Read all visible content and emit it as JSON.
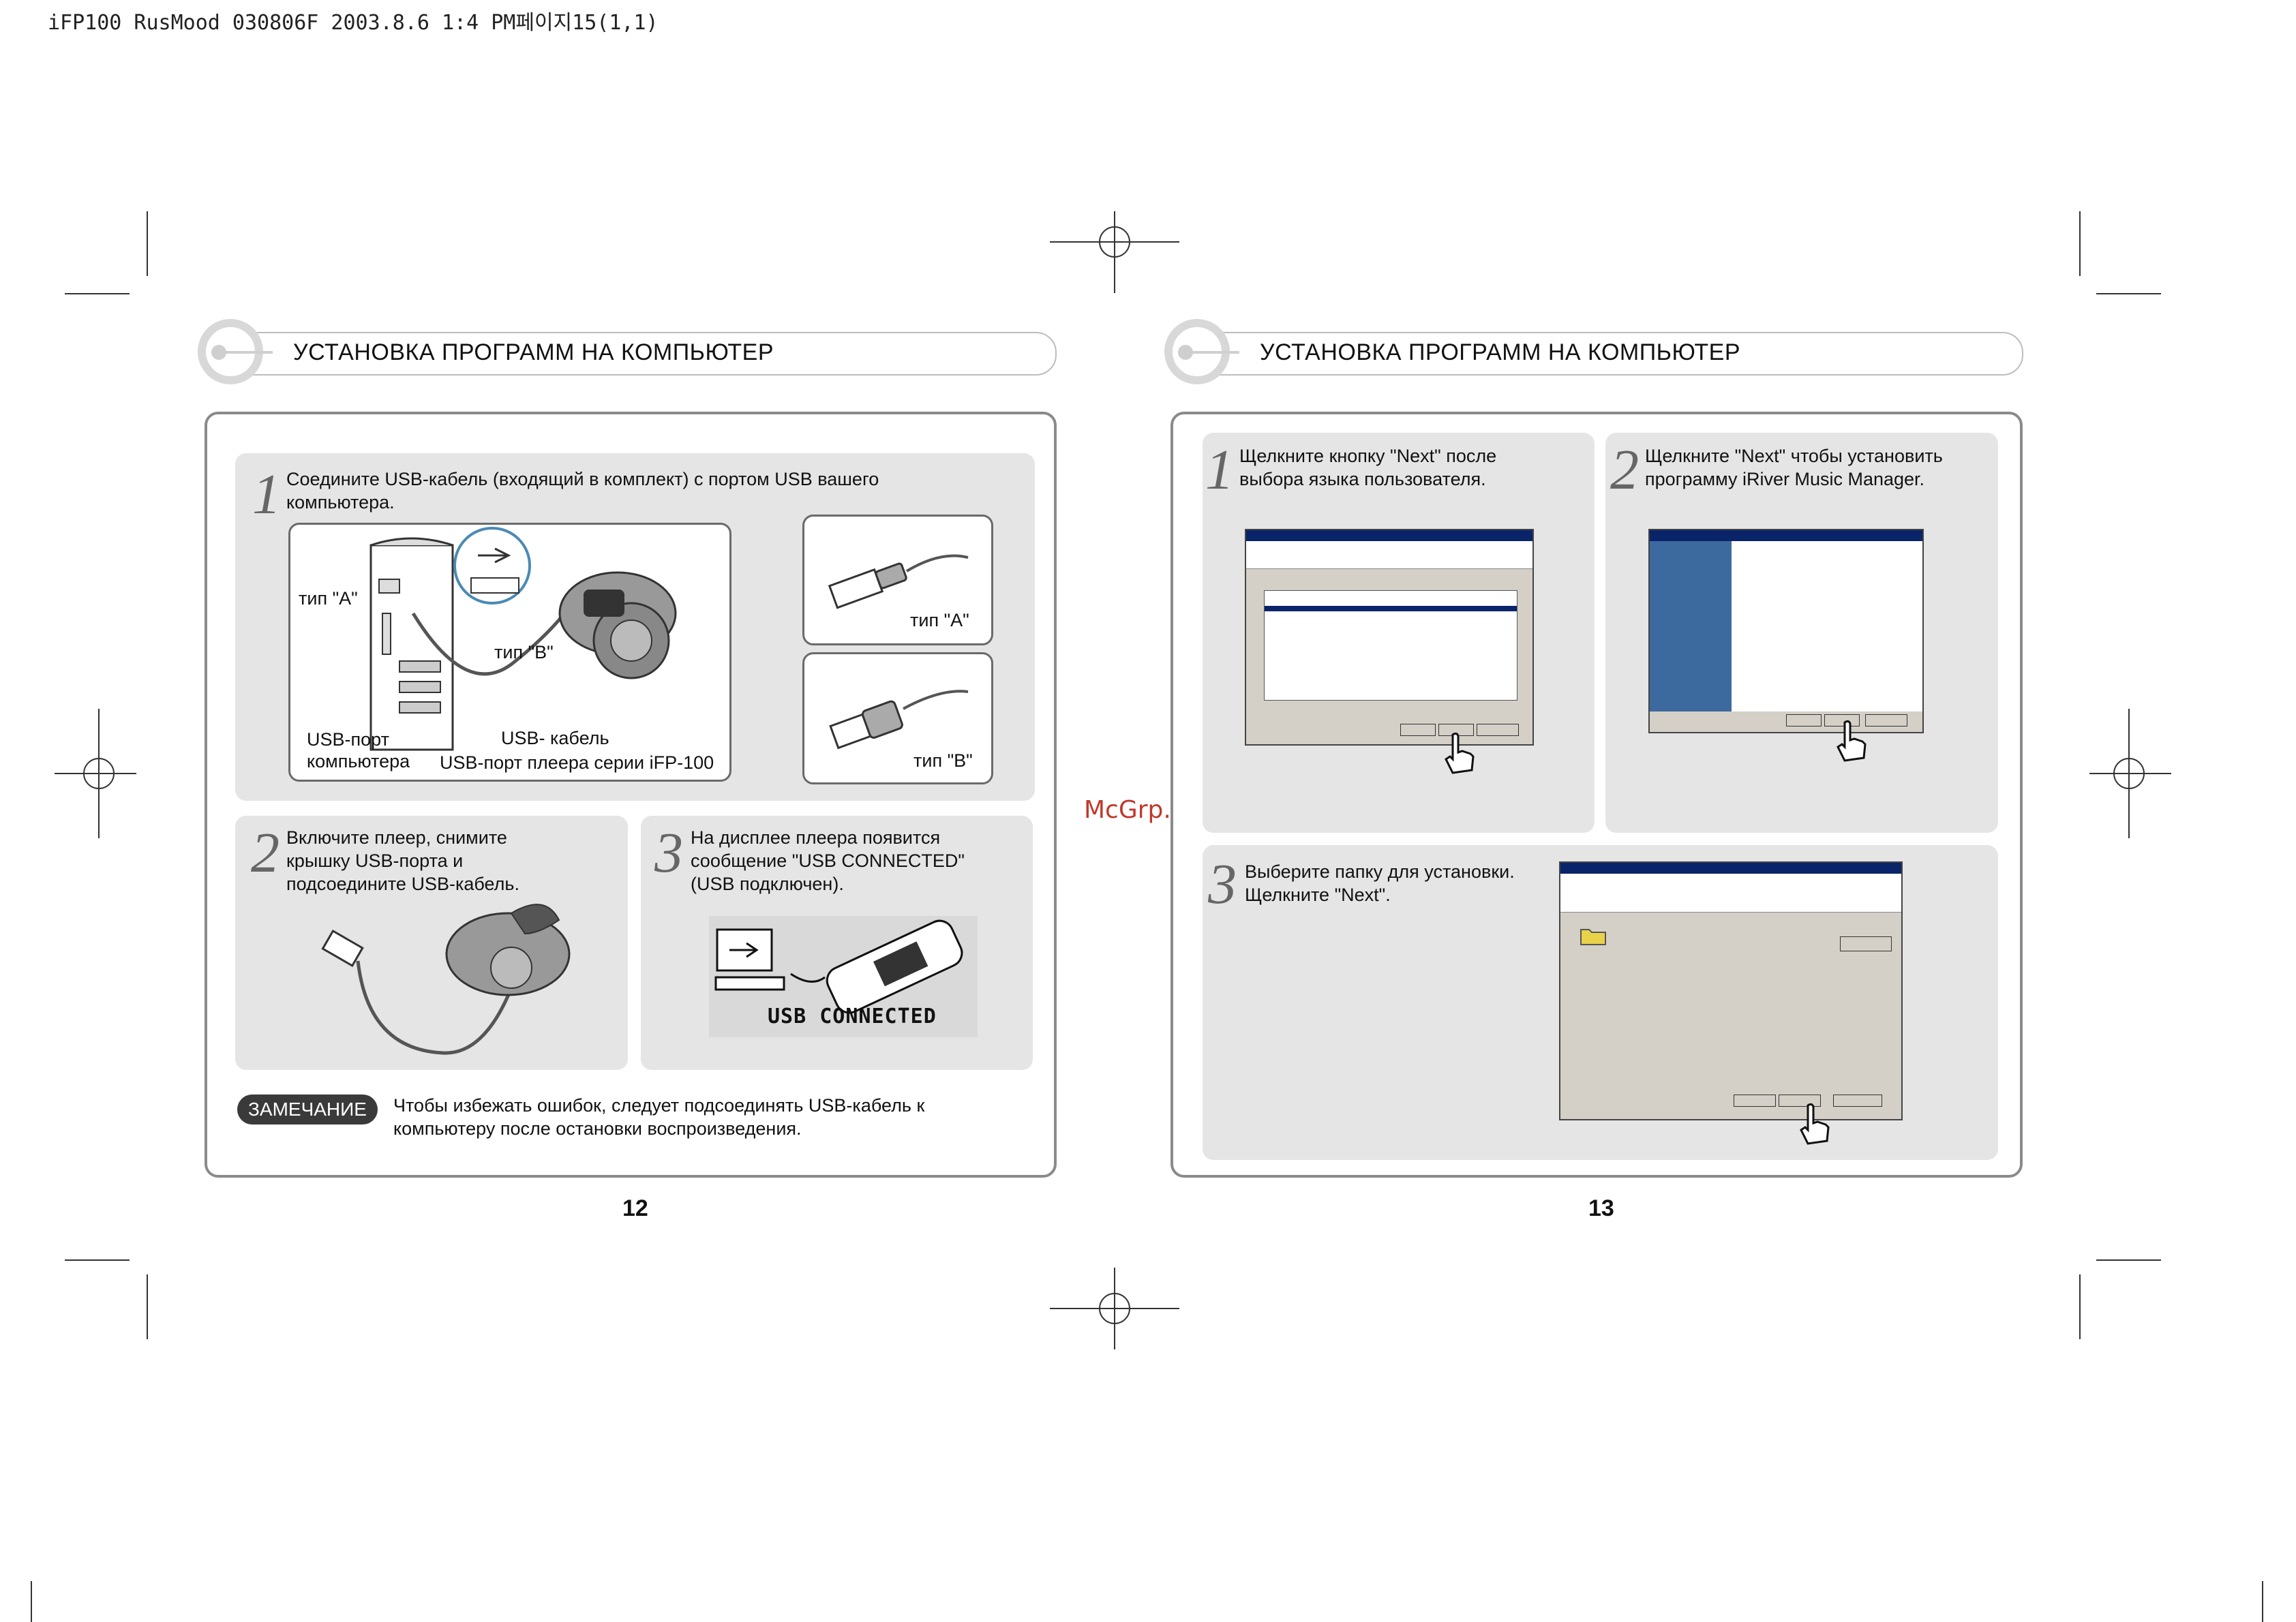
{
  "header_line": "iFP100 RusMood 030806F  2003.8.6 1:4 PM페이지15(1,1)",
  "watermark": "McGrp.Ru",
  "left_page": {
    "title": "УСТАНОВКА ПРОГРАММ НА КОМПЬЮТЕР",
    "step1": {
      "num": "1",
      "text": "Соедините USB-кабель (входящий в комплект) с портом USB вашего компьютера."
    },
    "diagram_labels": {
      "type_a_left": "тип \"A\"",
      "type_b_mid": "тип \"B\"",
      "usb_port_pc_1": "USB-порт",
      "usb_port_pc_2": "компьютера",
      "usb_cable": "USB- кабель",
      "usb_port_player": "USB-порт плеера серии iFP-100"
    },
    "type_a_box": "тип \"A\"",
    "type_b_box": "тип \"B\"",
    "step2": {
      "num": "2",
      "text": "Включите плеер, снимите крышку USB-порта и подсоедините USB-кабель."
    },
    "step3": {
      "num": "3",
      "text": "На дисплее плеера появится сообщение \"USB CONNECTED\" (USB подключен)."
    },
    "lcd_text": "USB CONNECTED",
    "note_badge": "ЗАМЕЧАНИЕ",
    "note_text": "Чтобы избежать ошибок, следует подсоединять USB-кабель к компьютеру после остановки воспроизведения.",
    "page_number": "12"
  },
  "right_page": {
    "title": "УСТАНОВКА ПРОГРАММ НА КОМПЬЮТЕР",
    "step1": {
      "num": "1",
      "text": "Щелкните кнопку \"Next\" после выбора языка пользователя."
    },
    "step2": {
      "num": "2",
      "text": "Щелкните \"Next\" чтобы установить программу iRiver Music Manager."
    },
    "step3": {
      "num": "3",
      "text": "Выберите папку для установки. Щелкните \"Next\"."
    },
    "page_number": "13"
  },
  "colors": {
    "panel": "#e5e5e5",
    "frame": "#8a8a8a",
    "badge": "#3a3a3a",
    "watermark": "#c0392b",
    "win_title": "#0a246a"
  },
  "icons": [
    "crop-mark-icon",
    "registration-mark-icon",
    "hand-cursor-icon",
    "usb-symbol-icon",
    "folder-icon"
  ]
}
